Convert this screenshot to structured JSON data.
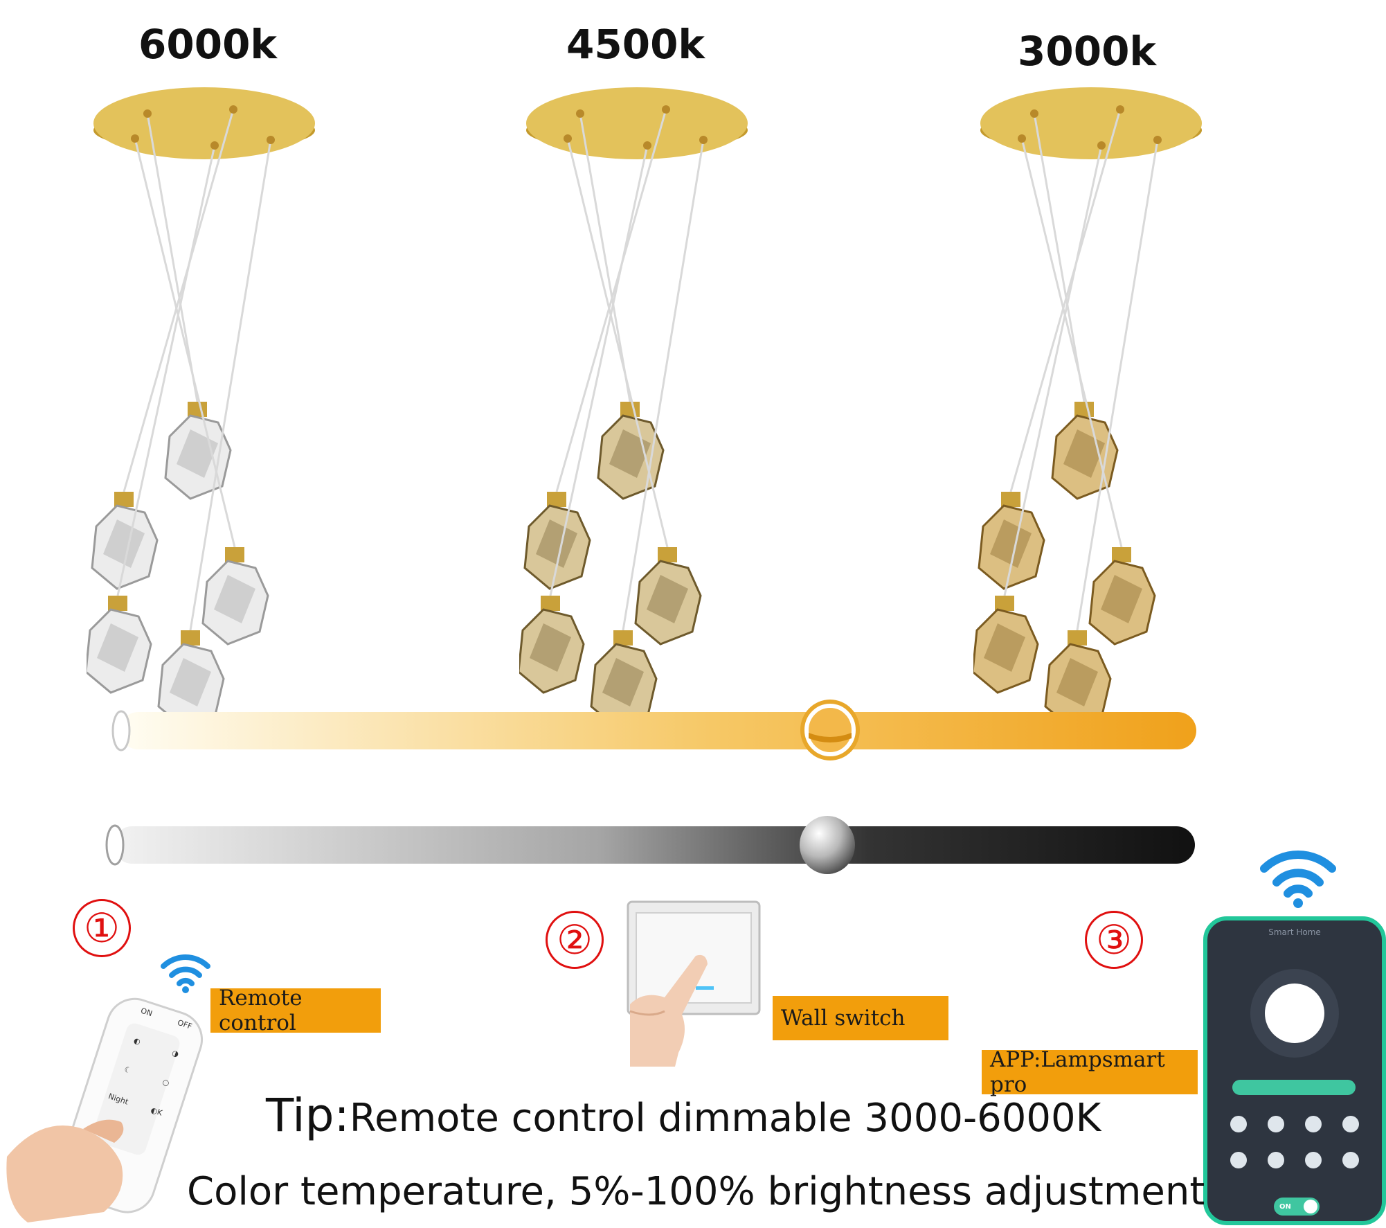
{
  "temperatures": [
    {
      "label": "6000k",
      "lens_color": "#ececec",
      "lens_shade": "#9a9a9a"
    },
    {
      "label": "4500k",
      "lens_color": "#d9c79a",
      "lens_shade": "#6e5a2c"
    },
    {
      "label": "3000k",
      "lens_color": "#dcbf82",
      "lens_shade": "#7b5b20"
    }
  ],
  "sliders": {
    "color_temperature": {
      "level": 0.66,
      "start_color": "#fffdf3",
      "end_color": "#f0a11b"
    },
    "brightness": {
      "level": 0.66,
      "start_color": "#f2f2f2",
      "end_color": "#111111"
    }
  },
  "controls": [
    {
      "number": "①",
      "label": "Remote control"
    },
    {
      "number": "②",
      "label": "Wall switch"
    },
    {
      "number": "③",
      "label": "APP:Lampsmart pro"
    }
  ],
  "tip": {
    "lead": "Tip:",
    "line1": "Remote control dimmable 3000-6000K",
    "line2": "Color temperature, 5%-100% brightness adjustment"
  },
  "remote": {
    "keys": [
      "ON",
      "OFF",
      "◐",
      "◑",
      "☾",
      "○",
      "Night",
      "◐K"
    ]
  },
  "app": {
    "header": "Smart Home",
    "toggle": "ON"
  },
  "accent_colors": {
    "badge": "#f29e0c",
    "number": "#e01010",
    "wifi": "#1f8fe0",
    "app_border": "#22c79a"
  }
}
